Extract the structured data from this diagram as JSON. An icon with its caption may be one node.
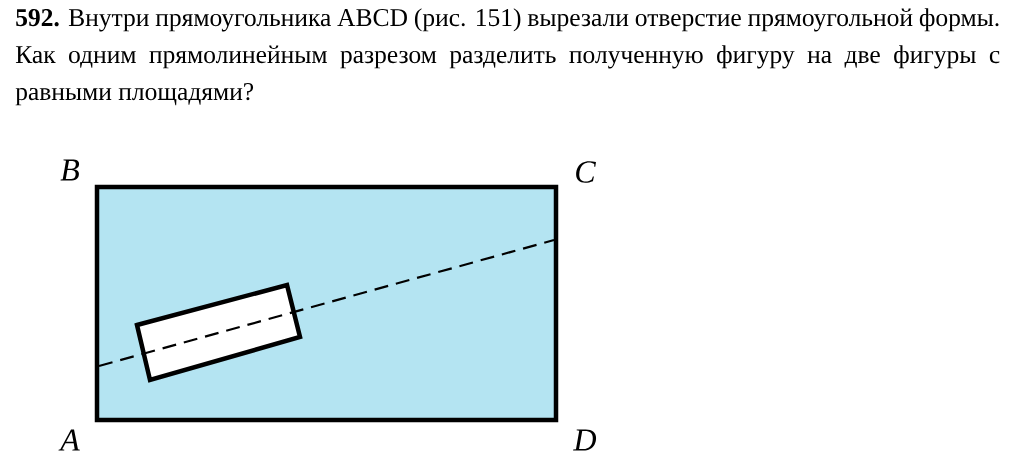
{
  "diagram": {
    "title": "**592.** Внутри прямоугольника ABCD (рис. 151) вырезали отверстие прямоугольной формы. Как одним прямолинейным разрезом разделить полученную фигуру на две фигуры с равными площадями?",
    "labels": [
      "B",
      "C",
      "A",
      "D"
    ]
  }
}
